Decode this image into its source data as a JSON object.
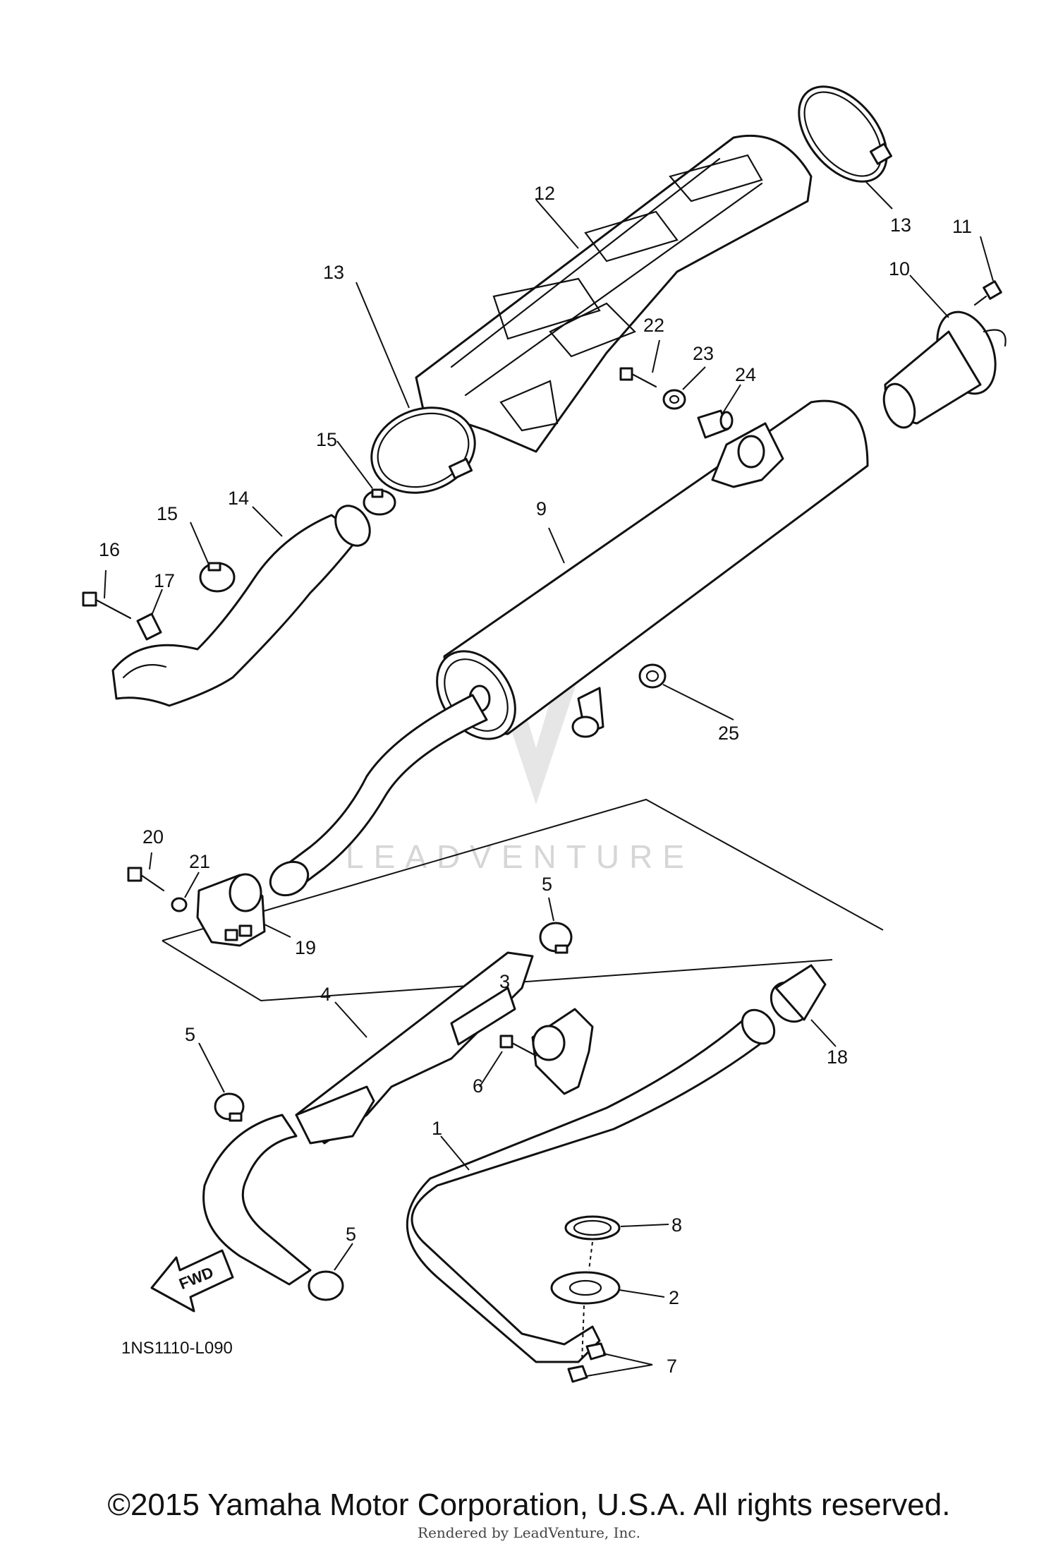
{
  "diagram": {
    "callouts": {
      "p1": "1",
      "p2": "2",
      "p3": "3",
      "p4": "4",
      "p5a": "5",
      "p5b": "5",
      "p5c": "5",
      "p6": "6",
      "p7": "7",
      "p8": "8",
      "p9": "9",
      "p10": "10",
      "p11": "11",
      "p12": "12",
      "p13a": "13",
      "p13b": "13",
      "p14": "14",
      "p15a": "15",
      "p15b": "15",
      "p16": "16",
      "p17": "17",
      "p18": "18",
      "p19": "19",
      "p20": "20",
      "p21": "21",
      "p22": "22",
      "p23": "23",
      "p24": "24",
      "p25": "25"
    },
    "figure_code": "1NS1110-L090",
    "fwd_label": "FWD",
    "watermark": "LEADVENTURE"
  },
  "footer": {
    "copyright": "©2015 Yamaha Motor Corporation, U.S.A. All rights reserved.",
    "rendered_by": "Rendered by LeadVenture, Inc."
  }
}
